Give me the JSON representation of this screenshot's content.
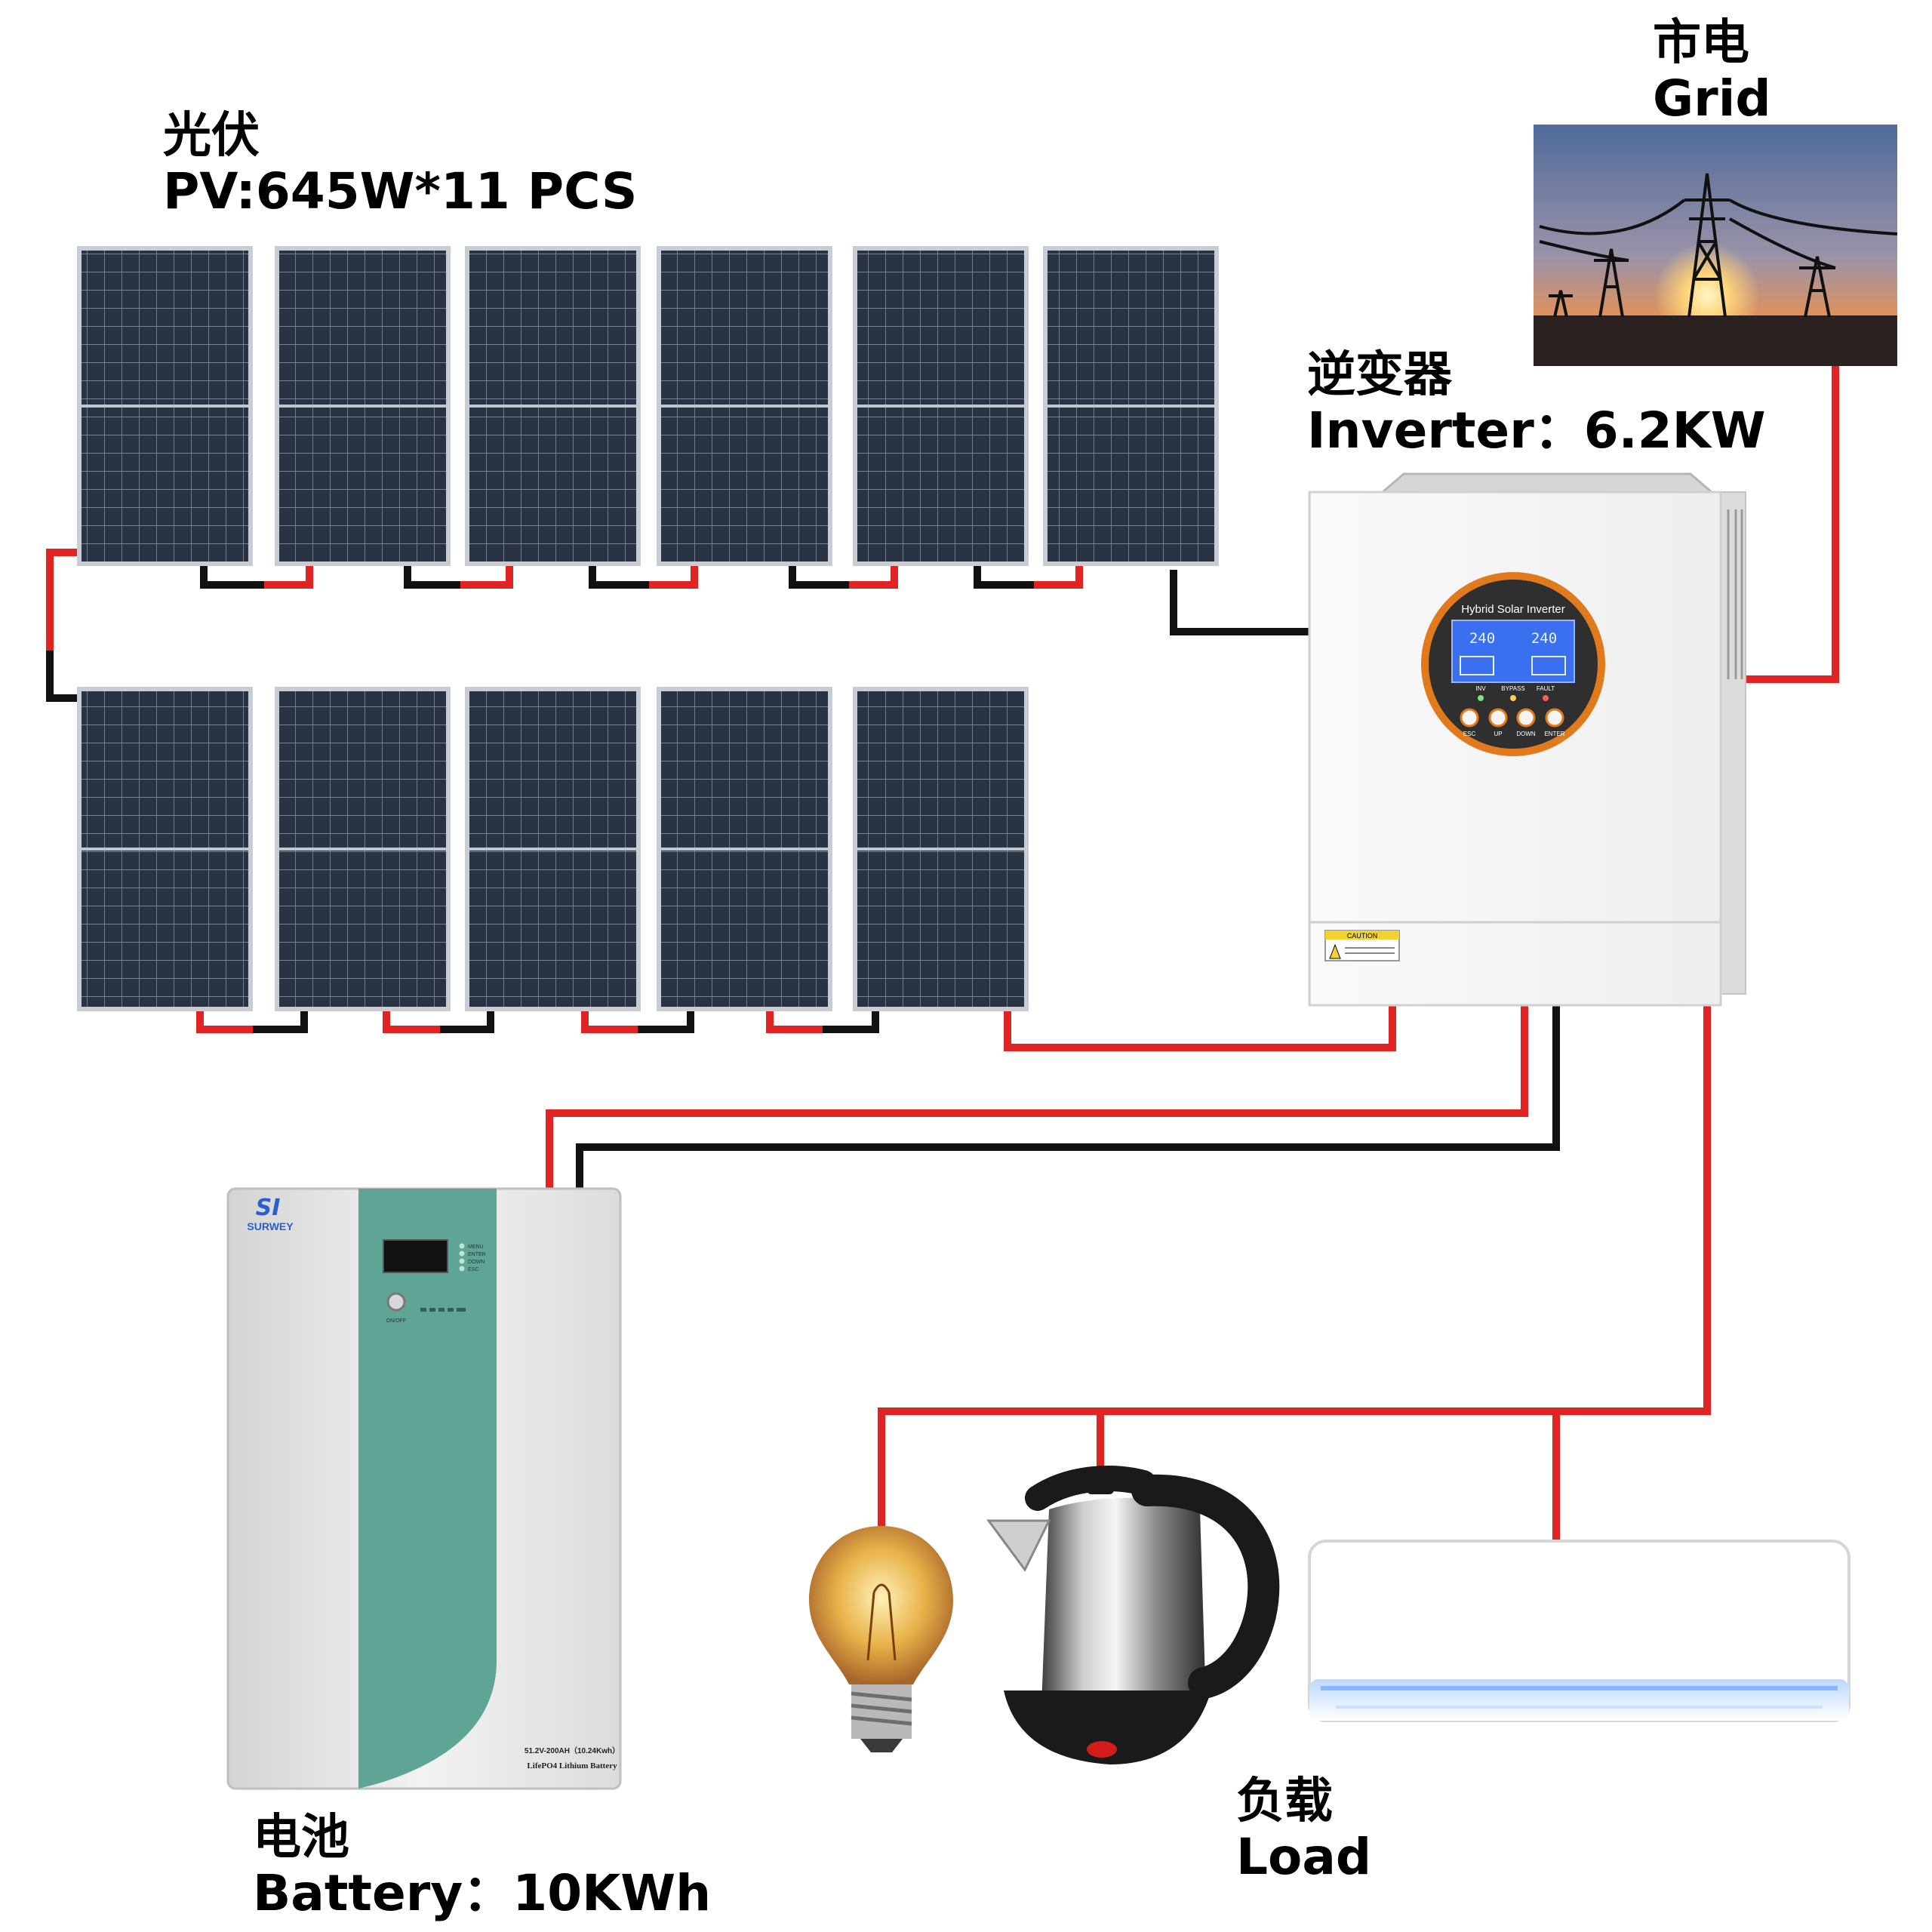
{
  "labels": {
    "pv": {
      "zh": "光伏",
      "en": "PV:645W*11 PCS"
    },
    "grid": {
      "zh": "市电",
      "en": "Grid"
    },
    "inverter": {
      "zh": "逆变器",
      "en": "Inverter：6.2KW"
    },
    "battery": {
      "zh": "电池",
      "en": "Battery：10KWh"
    },
    "load": {
      "zh": "负载",
      "en": "Load"
    }
  },
  "inverter_device": {
    "display_title": "Hybrid Solar Inverter",
    "lcd_left": "240",
    "lcd_right": "240",
    "indicators": [
      "INV",
      "BYPASS",
      "FAULT"
    ],
    "buttons": [
      "ESC",
      "UP",
      "DOWN",
      "ENTER"
    ],
    "caution": "CAUTION"
  },
  "battery_device": {
    "logo": "SI",
    "brand": "SURWEY",
    "menu": [
      "MENU",
      "ENTER",
      "DOWN",
      "ESC"
    ],
    "button_label": "ON/OFF",
    "spec": "51.2V-200AH（10.24Kwh）",
    "chemistry": "LifePO4 Lithium Battery"
  },
  "pv_panels": {
    "count": 11,
    "top_row": 6,
    "bottom_row": 5
  },
  "colors": {
    "positive_wire": "#e02424",
    "negative_wire": "#111111",
    "panel": "#2a3344",
    "battery_teal": "#5fa596",
    "inverter_ring": "#e07a1c",
    "sky_top": "#4f6a9a",
    "sky_mid": "#e2915a",
    "sun": "#ffe08a"
  },
  "icons": [
    "solar-panel-icon",
    "transmission-tower-icon",
    "light-bulb-icon",
    "kettle-icon",
    "air-conditioner-icon"
  ]
}
